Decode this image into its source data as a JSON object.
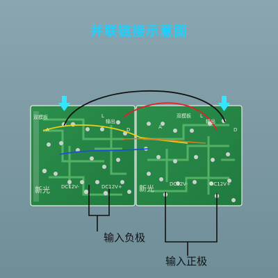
{
  "title": "并联链接示意图",
  "labels": {
    "input_negative": "输入负极",
    "input_positive": "输入正极"
  },
  "board_markings": {
    "left": {
      "brand": "双模板",
      "output": "输出",
      "terminal_l": "L",
      "terminal_a": "A",
      "terminal_d": "D",
      "dc_neg": "DC12V-",
      "dc_pos": "DC12V+",
      "logo": "新光"
    },
    "right": {
      "brand": "双模板",
      "output": "输出",
      "terminal_l": "L",
      "terminal_a": "A",
      "terminal_d": "D",
      "dc_neg": "DC12V-",
      "dc_pos": "DC12V+",
      "logo": "新光"
    }
  },
  "colors": {
    "background": "#7d9aa4",
    "board": "#2f8f4a",
    "title": "#1fd0ff",
    "marker": "#33e6ff",
    "wire_black": "#111111",
    "wire_red": "#e0202a",
    "wire_yellow": "#e8d21a",
    "wire_blue": "#1f4fd8"
  }
}
